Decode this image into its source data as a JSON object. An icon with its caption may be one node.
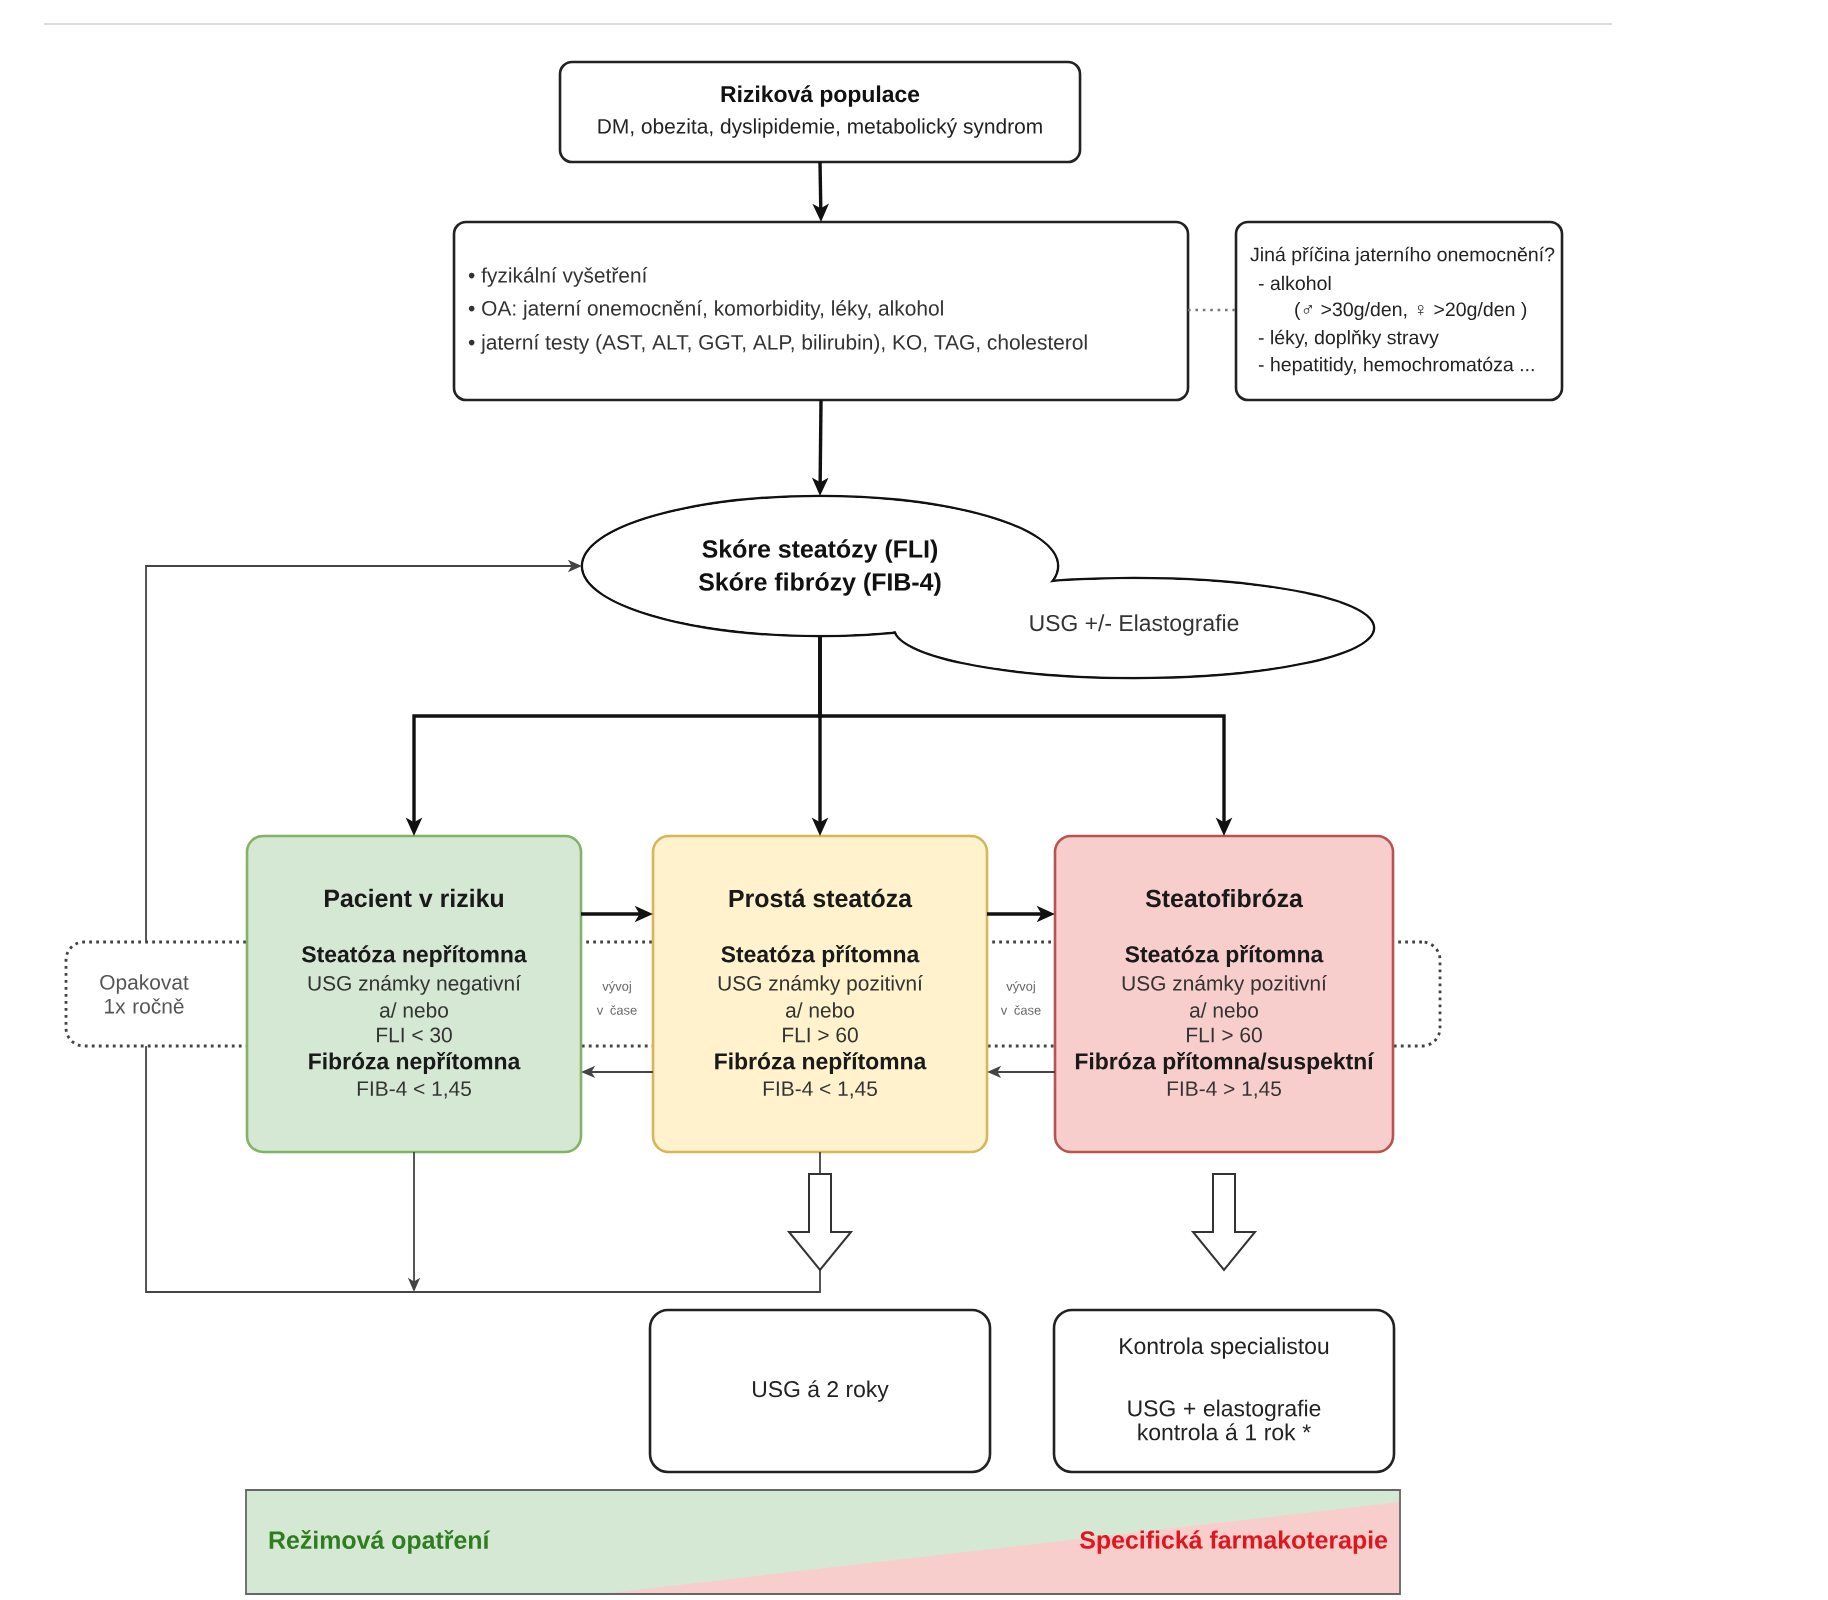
{
  "diagram": {
    "nodes": [
      {
        "text": [
          "Riziková populace",
          "DM, obezita, dyslipidemie, metabolický syndrom"
        ]
      },
      {
        "text": [
          "• fyzikální vyšetření",
          "• OA: jaterní onemocnění, komorbidity, léky, alkohol",
          "• jaterní testy (AST, ALT, GGT, ALP, bilirubin), KO, TAG, cholesterol"
        ]
      },
      {
        "text": [
          "Jiná příčina jaterního onemocnění?",
          "- alkohol",
          "(♂ >30g/den, ♀ >20g/den )",
          "- léky, doplňky stravy",
          "- hepatitidy, hemochromatóza ..."
        ]
      },
      {
        "text": [
          "Skóre steatózy (FLI)",
          "Skóre fibrózy (FIB-4)",
          "USG +/- Elastografie"
        ]
      },
      {
        "text": [
          "Pacient v riziku",
          "Steatóza nepřítomna",
          "USG známky negativní",
          "a/ nebo",
          "FLI < 30",
          "Fibróza nepřítomna",
          "FIB-4 < 1,45"
        ]
      },
      {
        "text": [
          "Prostá steatóza",
          "Steatóza přítomna",
          "USG známky pozitivní",
          "a/ nebo",
          "FLI > 60",
          "Fibróza nepřítomna",
          "FIB-4 < 1,45"
        ]
      },
      {
        "text": [
          "Steatofibróza",
          "Steatóza přítomna",
          "USG známky pozitivní",
          "a/ nebo",
          "FLI > 60",
          "Fibróza přítomna/suspektní",
          "FIB-4 > 1,45"
        ]
      },
      {
        "text": [
          "Opakovat 1x ročně",
          "vývoj v čase",
          "vývoj v čase"
        ]
      },
      {
        "text": [
          "USG á 2 roky"
        ]
      },
      {
        "text": [
          "Kontrola specialistou",
          "USG + elastografie kontrola á 1 rok *"
        ]
      },
      {
        "text": [
          "Režimová opatření",
          "Specifická farmakoterapie"
        ]
      }
    ],
    "edges": [
      {
        "from": 0,
        "to": 1,
        "arrow": "to"
      },
      {
        "from": 1,
        "to": 2,
        "arrow": "none",
        "style": "dashed",
        "color": "#777777"
      },
      {
        "from": 1,
        "to": 3,
        "arrow": "to"
      },
      {
        "from": 3,
        "to": 4,
        "arrow": "to"
      },
      {
        "from": 3,
        "to": 5,
        "arrow": "to"
      },
      {
        "from": 3,
        "to": 6,
        "arrow": "to"
      },
      {
        "from": 4,
        "to": 5,
        "arrow": "to"
      },
      {
        "from": 5,
        "to": 4,
        "arrow": "to",
        "color": "#444444"
      },
      {
        "from": 5,
        "to": 6,
        "arrow": "to"
      },
      {
        "from": 6,
        "to": 5,
        "arrow": "to",
        "color": "#444444"
      },
      {
        "from": 4,
        "to": null,
        "arrow": "to",
        "color": "#444444"
      },
      {
        "from": 5,
        "to": 7,
        "arrow": "none",
        "color": "#444444"
      },
      {
        "from": 7,
        "to": 3,
        "arrow": "to",
        "color": "#444444"
      },
      {
        "from": 5,
        "to": 8,
        "arrow": "to",
        "style": "thick"
      },
      {
        "from": 6,
        "to": 9,
        "arrow": "to",
        "style": "thick"
      }
    ]
  }
}
